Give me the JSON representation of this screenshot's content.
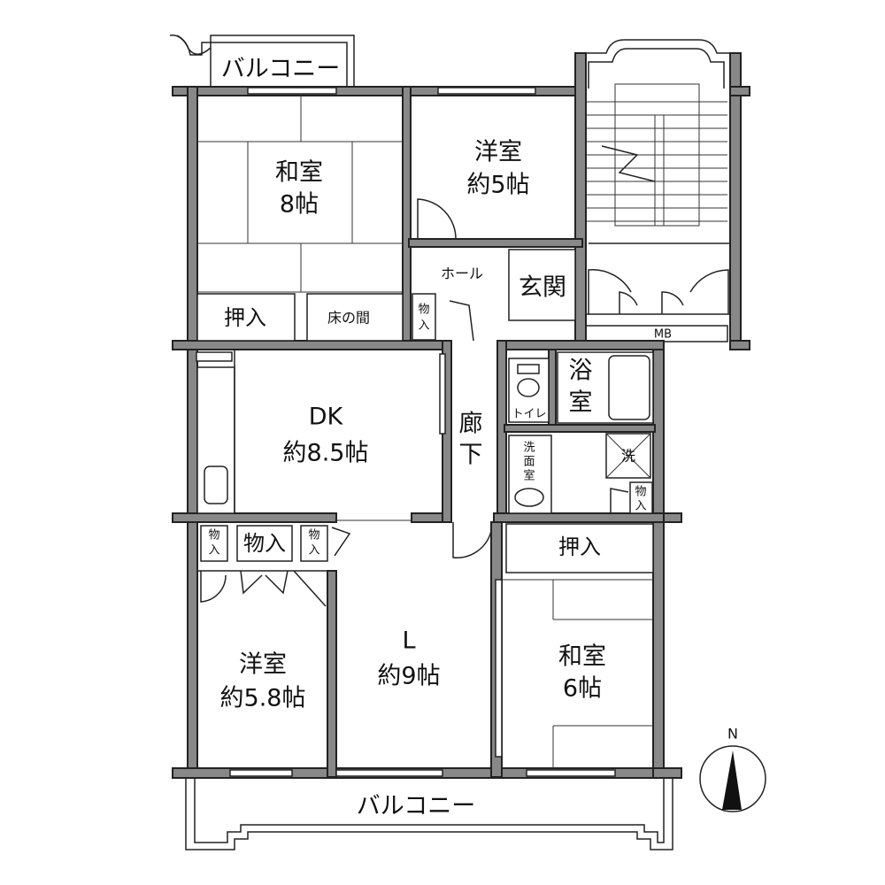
{
  "rooms": {
    "balcony_top": "バルコニー",
    "washitsu8_name": "和室",
    "washitsu8_size": "8帖",
    "youshitsu5_name": "洋室",
    "youshitsu5_size": "約5帖",
    "hall": "ホール",
    "genkan": "玄関",
    "oshiire_top": "押入",
    "tokonoma": "床の間",
    "storage_hall": "物入",
    "dk_name": "DK",
    "dk_size": "約8.5帖",
    "corridor": "廊下",
    "toilet": "トイレ",
    "bath": "浴室",
    "washroom": "洗面室",
    "washer": "洗",
    "storage_wash": "物入",
    "meter_box": "MB",
    "storage_left_small": "物入",
    "storage_left_main": "物入",
    "storage_left_right": "物入",
    "oshiire_right": "押入",
    "youshitsu58_name": "洋室",
    "youshitsu58_size": "約5.8帖",
    "living_name": "L",
    "living_size": "約9帖",
    "washitsu6_name": "和室",
    "washitsu6_size": "6帖",
    "balcony_bottom": "バルコニー"
  },
  "compass": {
    "north_label": "N",
    "arrow_icon": "north-arrow-icon"
  }
}
